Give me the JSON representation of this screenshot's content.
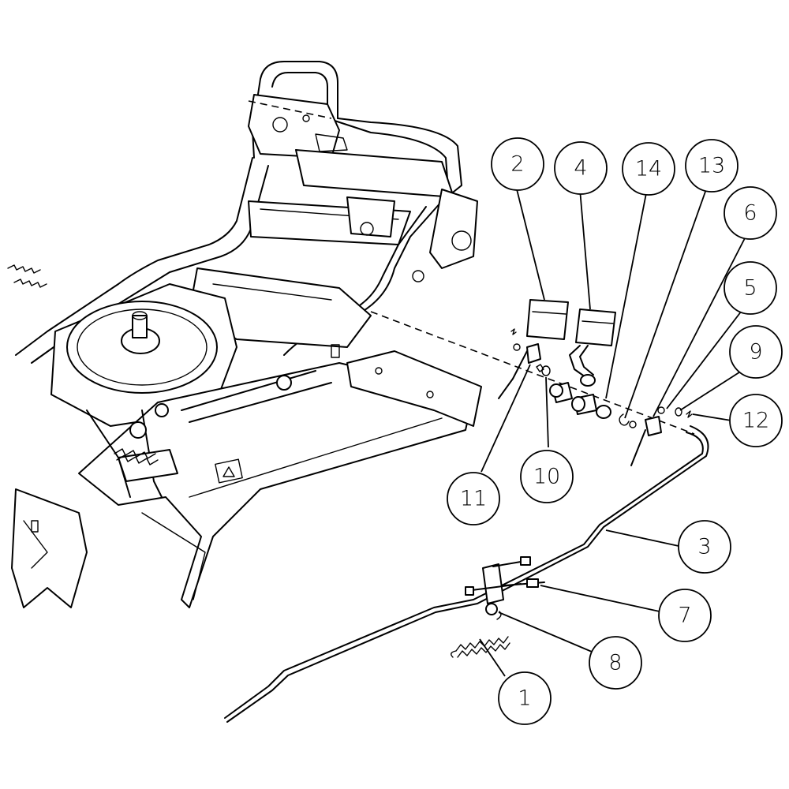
{
  "callouts": [
    {
      "id": "callout-1",
      "label": "1"
    },
    {
      "id": "callout-2",
      "label": "2"
    },
    {
      "id": "callout-3",
      "label": "3"
    },
    {
      "id": "callout-4",
      "label": "4"
    },
    {
      "id": "callout-5",
      "label": "5"
    },
    {
      "id": "callout-6",
      "label": "6"
    },
    {
      "id": "callout-7",
      "label": "7"
    },
    {
      "id": "callout-8",
      "label": "8"
    },
    {
      "id": "callout-9",
      "label": "9"
    },
    {
      "id": "callout-10",
      "label": "10"
    },
    {
      "id": "callout-11",
      "label": "11"
    },
    {
      "id": "callout-12",
      "label": "12"
    },
    {
      "id": "callout-13",
      "label": "13"
    },
    {
      "id": "callout-14",
      "label": "14"
    }
  ]
}
